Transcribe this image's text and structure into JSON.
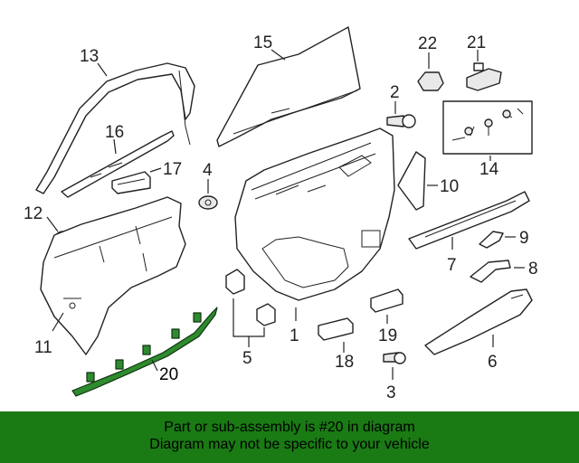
{
  "diagram": {
    "callouts": {
      "c1": "1",
      "c2": "2",
      "c3": "3",
      "c4": "4",
      "c5": "5",
      "c6": "6",
      "c7": "7",
      "c8": "8",
      "c9": "9",
      "c10": "10",
      "c11": "11",
      "c12": "12",
      "c13": "13",
      "c14": "14",
      "c15": "15",
      "c16": "16",
      "c17": "17",
      "c18": "18",
      "c19": "19",
      "c20": "20",
      "c21": "21",
      "c22": "22"
    },
    "highlighted_part": "20",
    "highlight_color": "#2e8b2e"
  },
  "banner": {
    "line1": "Part or sub-assembly is #20 in diagram",
    "line2": "Diagram may not be specific to your vehicle",
    "background": "#1a7a14"
  }
}
